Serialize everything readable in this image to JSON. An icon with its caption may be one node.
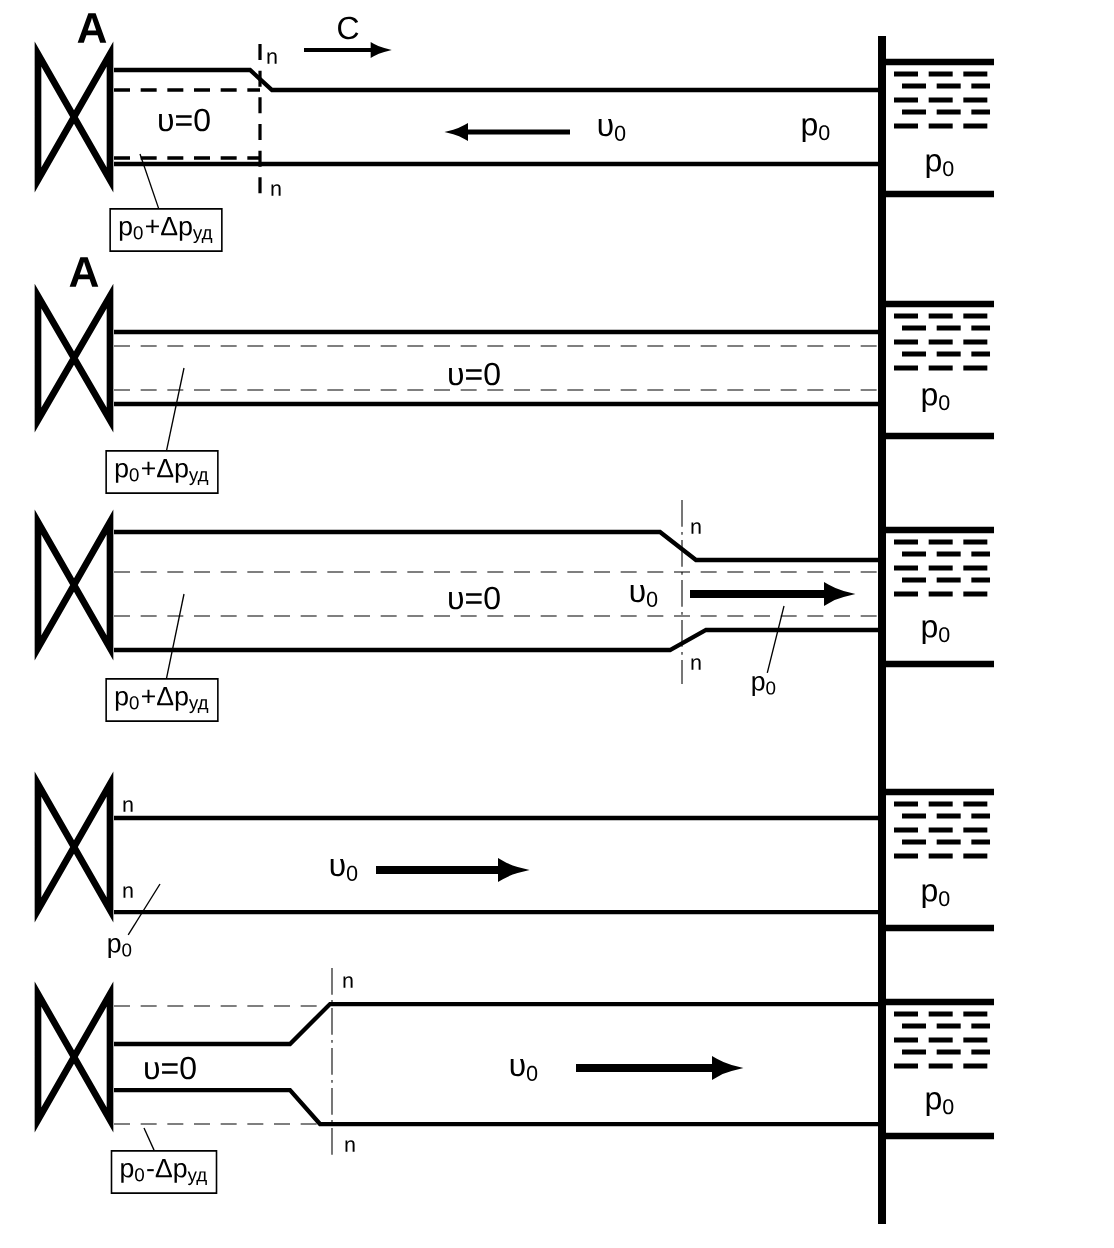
{
  "diagram": {
    "nodes": [
      {
        "text": [
          "p$_{0}$+Δp$_{уд}$"
        ]
      },
      {
        "text": [
          "p$_{0}$+Δp$_{уд}$"
        ]
      },
      {
        "text": [
          "p$_{0}$+Δp$_{уд}$"
        ]
      },
      {
        "text": [
          "p$_{0}$"
        ]
      },
      {
        "text": [
          "p$_{0}$"
        ]
      },
      {
        "text": [
          "p$_{0}$-Δp$_{уд}$"
        ]
      }
    ],
    "edges": [
      {
        "from": 0,
        "to": null,
        "arrow": "none"
      },
      {
        "from": 1,
        "to": null,
        "arrow": "none"
      },
      {
        "from": 2,
        "to": null,
        "arrow": "none"
      },
      {
        "from": 3,
        "to": null,
        "arrow": "none"
      },
      {
        "from": 4,
        "to": null,
        "arrow": "none"
      },
      {
        "from": 5,
        "to": null,
        "arrow": "none"
      }
    ],
    "labels": [
      "A",
      "n",
      "C",
      "υ=0",
      "υ$_{0}$",
      "p$_{0}$",
      "p$_{0}$",
      "n",
      "A",
      "υ=0",
      "p$_{0}$",
      "n",
      "υ=0",
      "υ$_{0}$",
      "p$_{0}$",
      "n",
      "n",
      "υ$_{0}$",
      "n",
      "p$_{0}$",
      "n",
      "υ=0",
      "υ$_{0}$",
      "p$_{0}$",
      "n"
    ]
  }
}
